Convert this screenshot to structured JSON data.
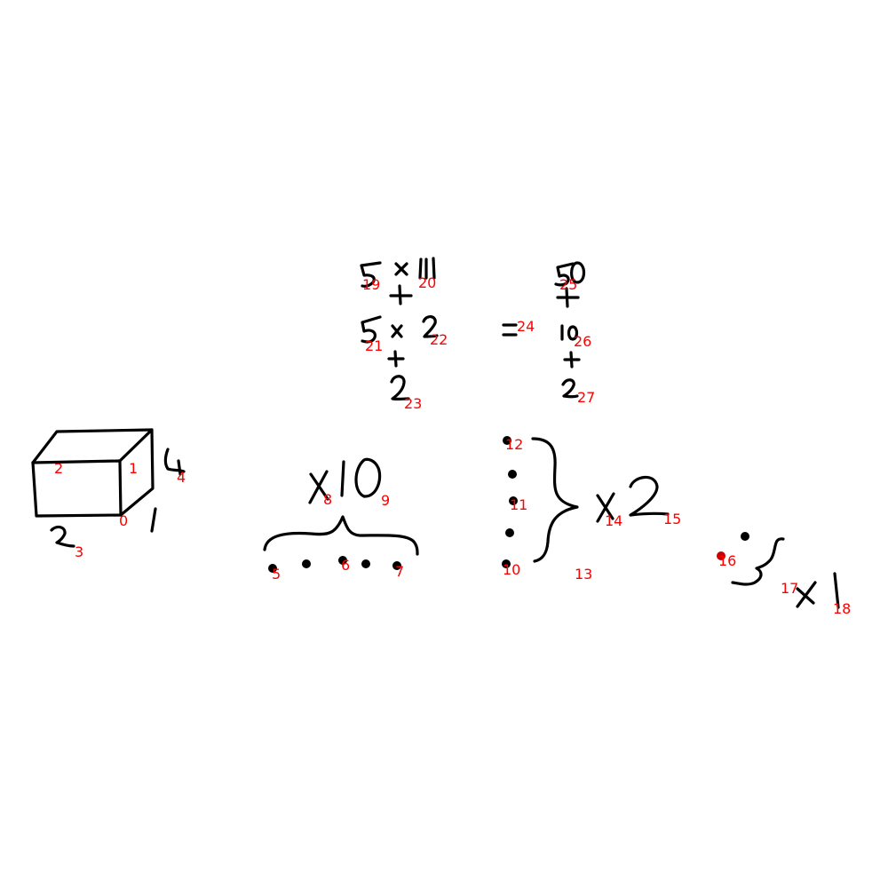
{
  "colors": {
    "background": "#ffffff",
    "ink": "#000000",
    "label": "#ff0000",
    "point": "#cc0000"
  },
  "labels": [
    "0",
    "1",
    "2",
    "3",
    "4",
    "5",
    "6",
    "7",
    "8",
    "9",
    "10",
    "11",
    "12",
    "13",
    "14",
    "15",
    "16",
    "17",
    "18",
    "19",
    "20",
    "21",
    "22",
    "23",
    "24",
    "25",
    "26",
    "27"
  ]
}
